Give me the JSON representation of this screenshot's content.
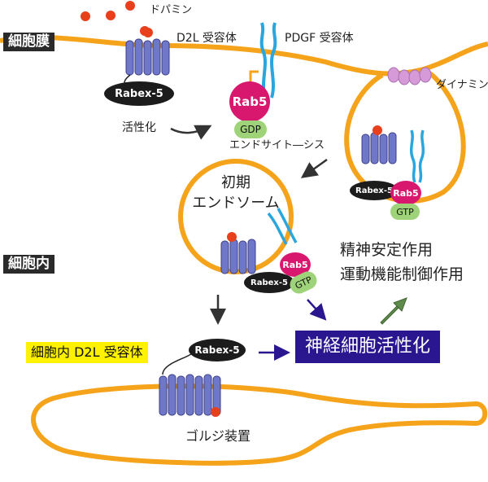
{
  "labels": {
    "membrane": "細胞膜",
    "intracellular": "細胞内",
    "dopamine": "ドパミン",
    "d2l_receptor": "D2L 受容体",
    "pdgf_receptor": "PDGF 受容体",
    "dynamin": "ダイナミン",
    "activation": "活性化",
    "endocytosis": "エンドサイト―シス",
    "early_endosome": "初期\nエンドソーム",
    "intracellular_d2l": "細胞内 D2L 受容体",
    "golgi": "ゴルジ装置",
    "neuron_activation": "神経細胞活性化",
    "actions": "精神安定作用\n運動機能制御作用"
  },
  "molecules": {
    "rabex": "Rabex-5",
    "rab5": "Rab5",
    "gdp": "GDP",
    "gtp": "GTP"
  },
  "colors": {
    "membrane": "#f5a31a",
    "receptor": "#6f77c9",
    "dopamine": "#e8401c",
    "pdgf": "#2aa6df",
    "rab5": "#d8186e",
    "nucleotide": "#9fd37a",
    "dynamin": "#d79ad9",
    "highlight": "#2a1790",
    "label_bg": "#2a2a2a",
    "yellow": "#fff200"
  }
}
